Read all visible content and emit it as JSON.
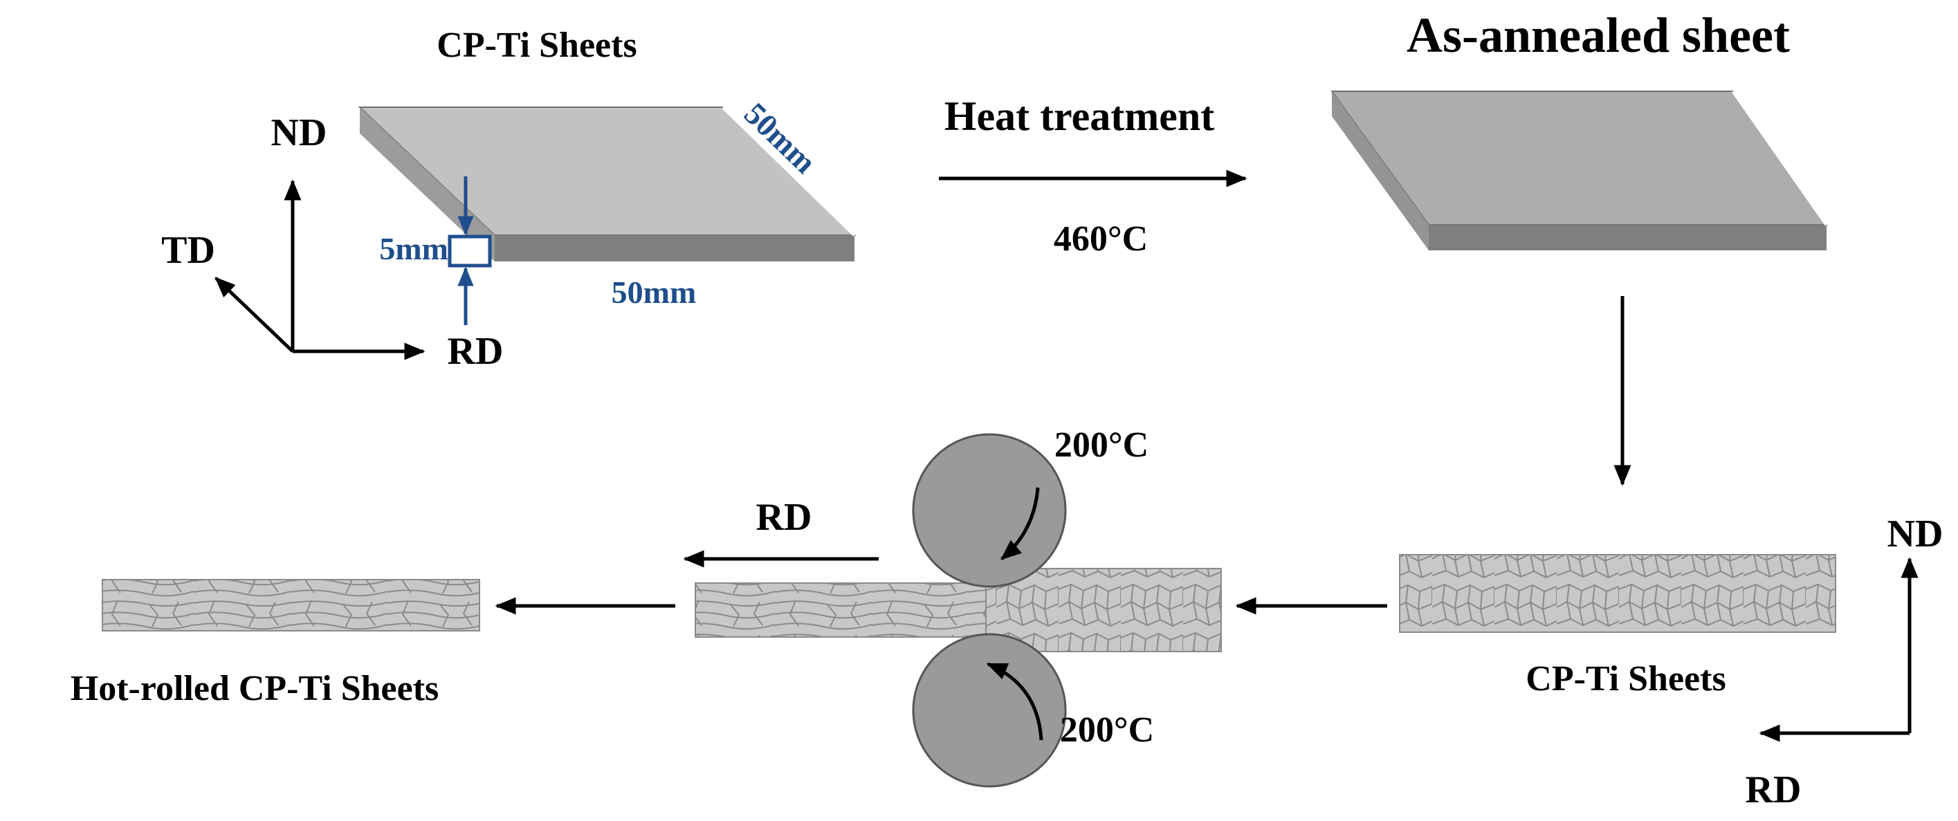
{
  "colors": {
    "text": "#000000",
    "dimension_text": "#1f4e8c",
    "sheet_top": "#c2c2c2",
    "sheet_edge": "#7f7f7f",
    "roller": "#9a9a9a",
    "grain_fill": "#c8c8c8",
    "grain_line": "#8a8a8a"
  },
  "top_row": {
    "initial_sheet": {
      "title": "CP-Ti Sheets",
      "axes": {
        "nd": "ND",
        "td": "TD",
        "rd": "RD"
      },
      "dimensions": {
        "thickness": "5mm",
        "width": "50mm",
        "length": "50mm"
      }
    },
    "process": {
      "label": "Heat treatment",
      "temperature": "460°C"
    },
    "annealed_sheet": {
      "title": "As-annealed sheet"
    }
  },
  "bottom_row": {
    "annealed_strip": {
      "label": "CP-Ti Sheets"
    },
    "section_axes": {
      "nd": "ND",
      "rd": "RD"
    },
    "rolling": {
      "direction": "RD",
      "top_roll_temperature": "200°C",
      "bottom_roll_temperature": "200°C"
    },
    "final_strip": {
      "label": "Hot-rolled CP-Ti Sheets"
    }
  },
  "icons": [
    "flow-arrow-icon",
    "rotation-arrow-icon",
    "axis-arrow-icon"
  ]
}
